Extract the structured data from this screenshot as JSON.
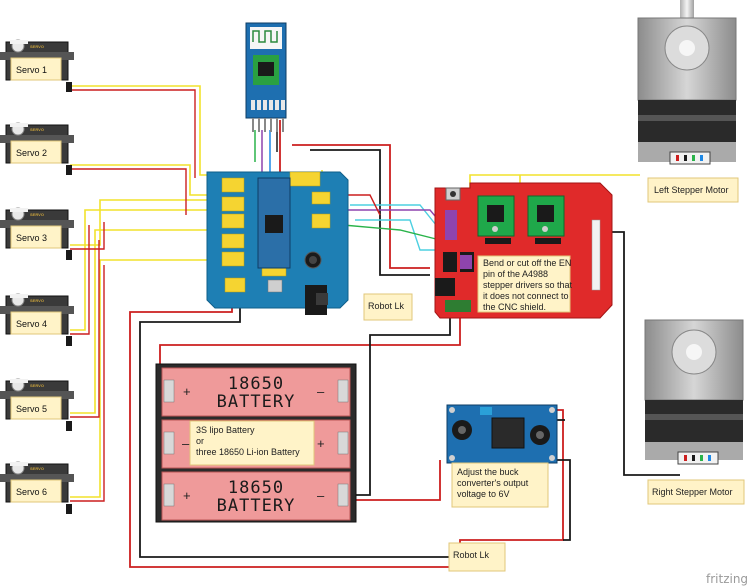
{
  "servos": [
    {
      "label": "Servo 1",
      "brand": "SERVO"
    },
    {
      "label": "Servo 2",
      "brand": "SERVO"
    },
    {
      "label": "Servo 3",
      "brand": "SERVO"
    },
    {
      "label": "Servo 4",
      "brand": "SERVO"
    },
    {
      "label": "Servo 5",
      "brand": "SERVO"
    },
    {
      "label": "Servo 6",
      "brand": "SERVO"
    }
  ],
  "batteries": {
    "cell_top": {
      "line1": "18650",
      "line2": "BATTERY"
    },
    "cell_bottom": {
      "line1": "18650",
      "line2": "BATTERY"
    },
    "note": {
      "line1": "3S lipo Battery",
      "line2": "or",
      "line3": "three 18650 Li-ion Battery"
    }
  },
  "notes": {
    "en_pin": {
      "line1": "Bend or cut off the EN",
      "line2": "pin of the A4988",
      "line3": "stepper drivers so that",
      "line4": "it does not connect to",
      "line5": "the CNC shield."
    },
    "robot_lk_1": "Robot Lk",
    "robot_lk_2": "Robot Lk",
    "buck": {
      "line1": "Adjust the buck",
      "line2": "converter's output",
      "line3": "voltage to 6V"
    }
  },
  "motors": {
    "left": "Left Stepper Motor",
    "right": "Right Stepper Motor"
  },
  "footer": {
    "brand": "fritzing"
  },
  "colors": {
    "board_blue": "#1e7fb4",
    "shield_red": "#e02a2a",
    "battery_pink": "#ef9a9a",
    "note_yellow": "#fff3c8",
    "wire_yellow": "#f2e22c",
    "wire_red": "#cc1f1f",
    "wire_black": "#1a1a1a"
  }
}
